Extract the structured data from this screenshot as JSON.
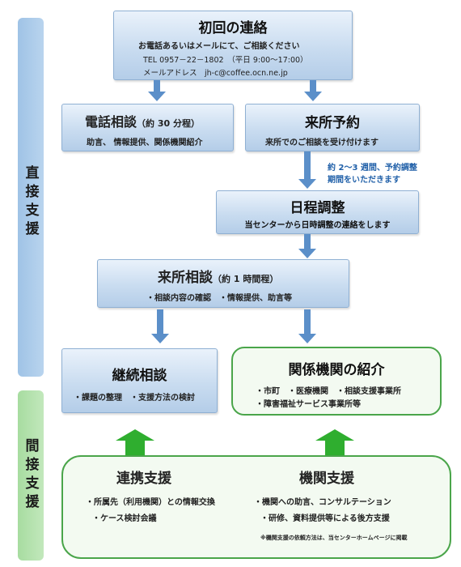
{
  "side": {
    "direct": "直接支援",
    "indirect": "間接支援"
  },
  "first_contact": {
    "title": "初回の連絡",
    "line1": "お電話あるいはメールにて、ご相談ください",
    "line2": "TEL 0957－22－1802　（平日 9:00～17:00）",
    "line3": "メールアドレス　jh-c@coffee.ocn.ne.jp"
  },
  "phone_consult": {
    "title": "電話相談",
    "title_suffix": "（約 30 分程）",
    "body": "助言、 情報提供、関係機関紹介"
  },
  "visit_reservation": {
    "title": "来所予約",
    "body": "来所でのご相談を受け付けます"
  },
  "schedule_note": {
    "line1": "約 2～3 週間、予約調整",
    "line2": "期間をいただきます"
  },
  "scheduling": {
    "title": "日程調整",
    "body": "当センターから日時調整の連絡をします"
  },
  "visit_consult": {
    "title": "来所相談",
    "title_suffix": "（約 1 時間程）",
    "body": "・相談内容の確認　・情報提供、助言等"
  },
  "continued": {
    "title": "継続相談",
    "body": "・課題の整理　・支援方法の検討"
  },
  "referral": {
    "title": "関係機関の紹介",
    "line1": "・市町　・医療機関　・相談支援事業所",
    "line2": "・障害福祉サービス事業所等"
  },
  "indirect_box": {
    "coop_title": "連携支援",
    "coop_line1": "・所属先（利用機関）との情報交換",
    "coop_line2": "・ケース検討会議",
    "agency_title": "機関支援",
    "agency_line1": "・機関への助言、コンサルテーション",
    "agency_line2": "・研修、資料提供等による後方支援",
    "note": "※機関支援の依頼方法は、当センターホームページに掲載"
  },
  "colors": {
    "blue_accent": "#5b8fc9",
    "green_accent": "#2fae2f",
    "note_blue": "#1f5fa8"
  }
}
